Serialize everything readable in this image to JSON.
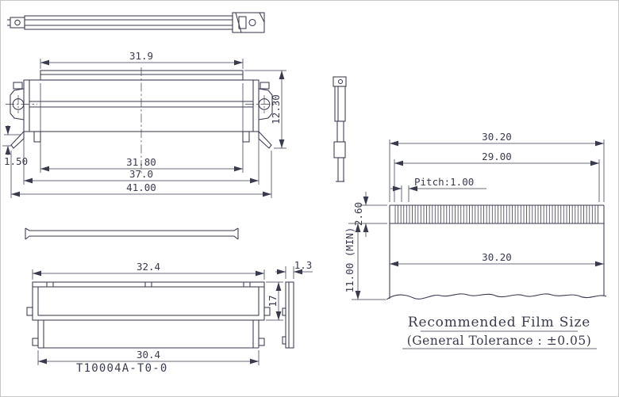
{
  "colors": {
    "line": "#3a3a4f"
  },
  "part_number": "T10004A-T0-0",
  "front_view": {
    "dims": {
      "top_width": "31.9",
      "height": "12.30",
      "leg": "1.50",
      "inner_width": "31.80",
      "body_width": "37.0",
      "overall_width": "41.00"
    }
  },
  "bottom_view": {
    "dims": {
      "top_width": "32.4",
      "height": "17",
      "bottom_width": "30.4",
      "thickness": "1.3"
    }
  },
  "film": {
    "title": "Recommended Film Size",
    "tolerance": "(General Tolerance : ±0.05)",
    "dims": {
      "top_width": "30.20",
      "tooth_span": "29.00",
      "pitch": "Pitch:1.00",
      "band_height": "2.60",
      "min_length": "11.00 (MIN)",
      "bottom_width": "30.20"
    }
  }
}
